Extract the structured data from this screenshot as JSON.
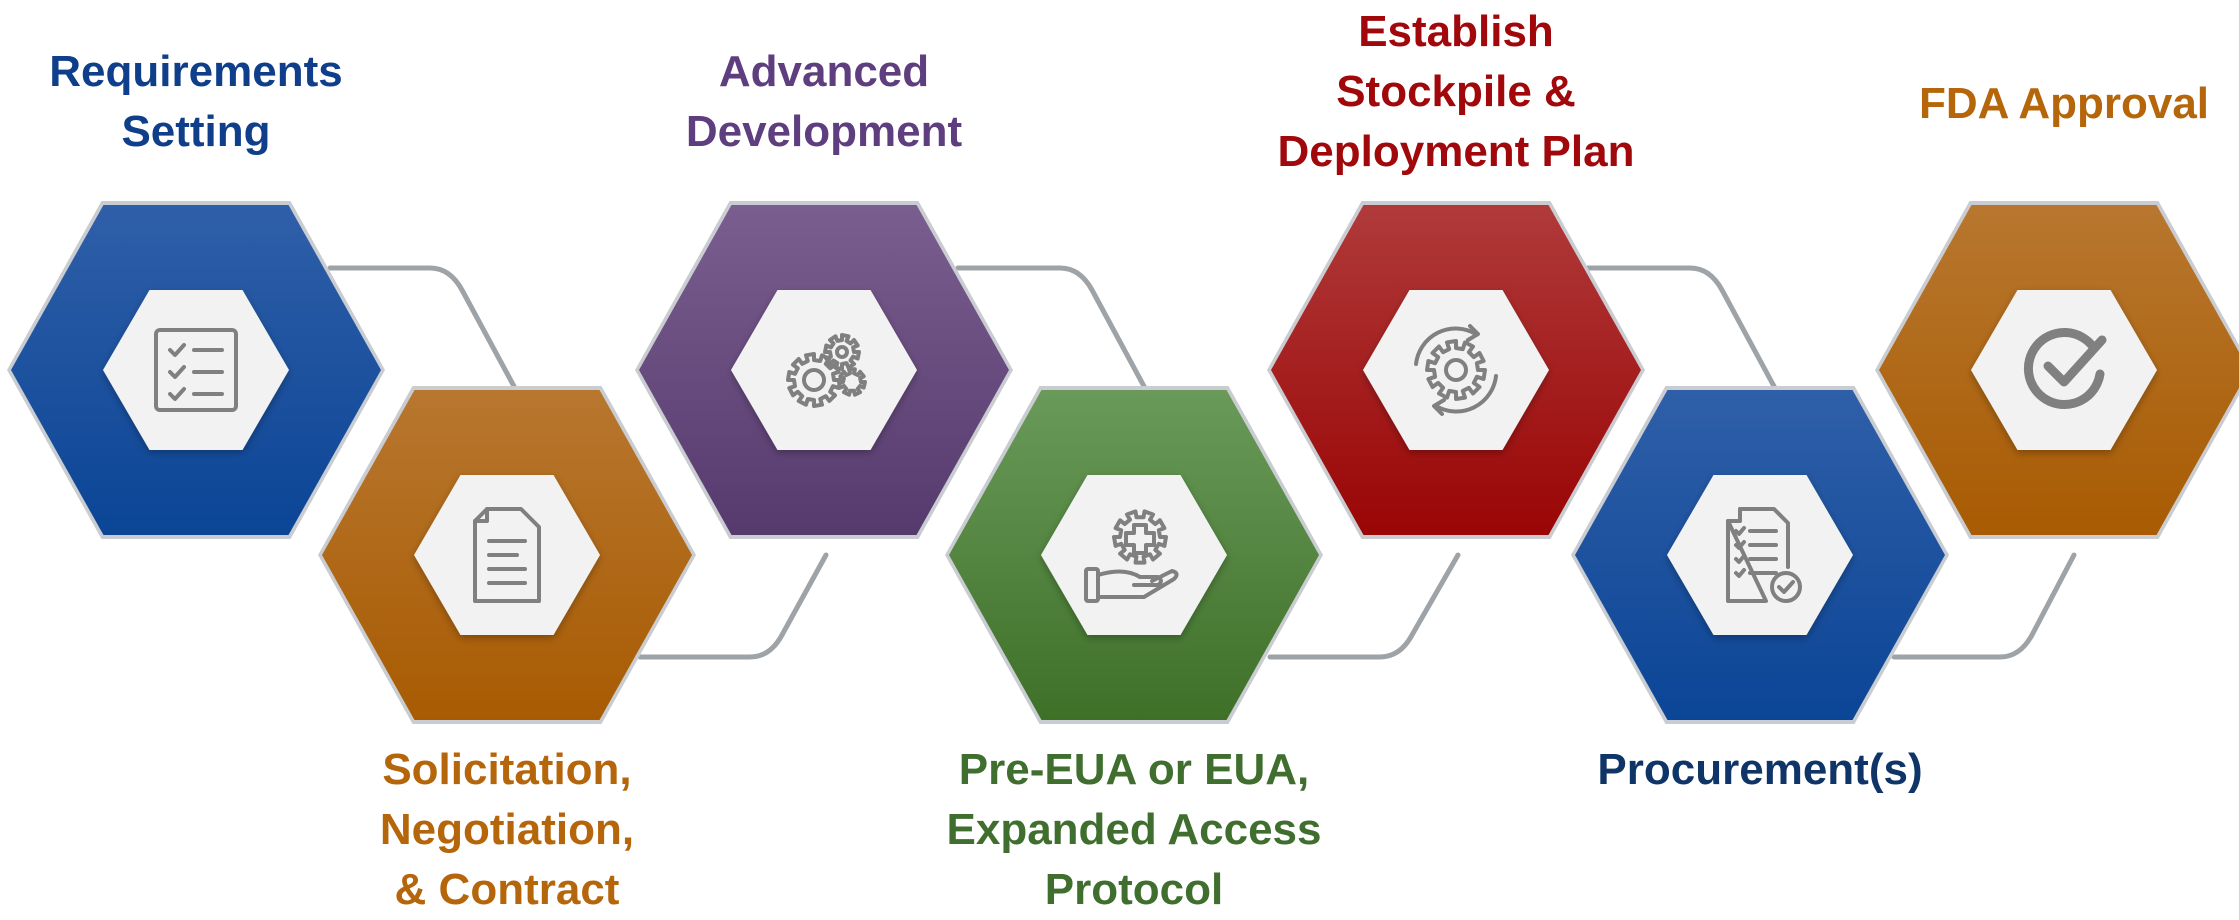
{
  "steps": [
    {
      "label": [
        "Requirements",
        "Setting"
      ],
      "color": "#0F3E8A",
      "top": "#2F5FA8",
      "bottom": "#0B4596",
      "icon": "checklist-icon"
    },
    {
      "label": [
        "Solicitation,",
        "Negotiation,",
        "& Contract"
      ],
      "color": "#B5650A",
      "top": "#B8772F",
      "bottom": "#A85B02",
      "icon": "document-icon"
    },
    {
      "label": [
        "Advanced",
        "Development"
      ],
      "color": "#5E3E7E",
      "top": "#7A5E8F",
      "bottom": "#563A6E",
      "icon": "gears-icon"
    },
    {
      "label": [
        "Pre-EUA or EUA,",
        "Expanded Access",
        "Protocol"
      ],
      "color": "#3F6E2E",
      "top": "#6A9A5A",
      "bottom": "#3E7028",
      "icon": "medical-hand-icon"
    },
    {
      "label": [
        "Establish",
        "Stockpile &",
        "Deployment Plan"
      ],
      "color": "#A0080C",
      "top": "#B03A3A",
      "bottom": "#9A0505",
      "icon": "gear-cycle-icon"
    },
    {
      "label": [
        "Procurement(s)"
      ],
      "color": "#0F3568",
      "top": "#2F5FA8",
      "bottom": "#0B4596",
      "icon": "document-check-icon"
    },
    {
      "label": [
        "FDA Approval"
      ],
      "color": "#B5650A",
      "top": "#B8772F",
      "bottom": "#A85B02",
      "icon": "checkmark-circle-icon"
    }
  ],
  "connector_color": "#9EA3A8"
}
